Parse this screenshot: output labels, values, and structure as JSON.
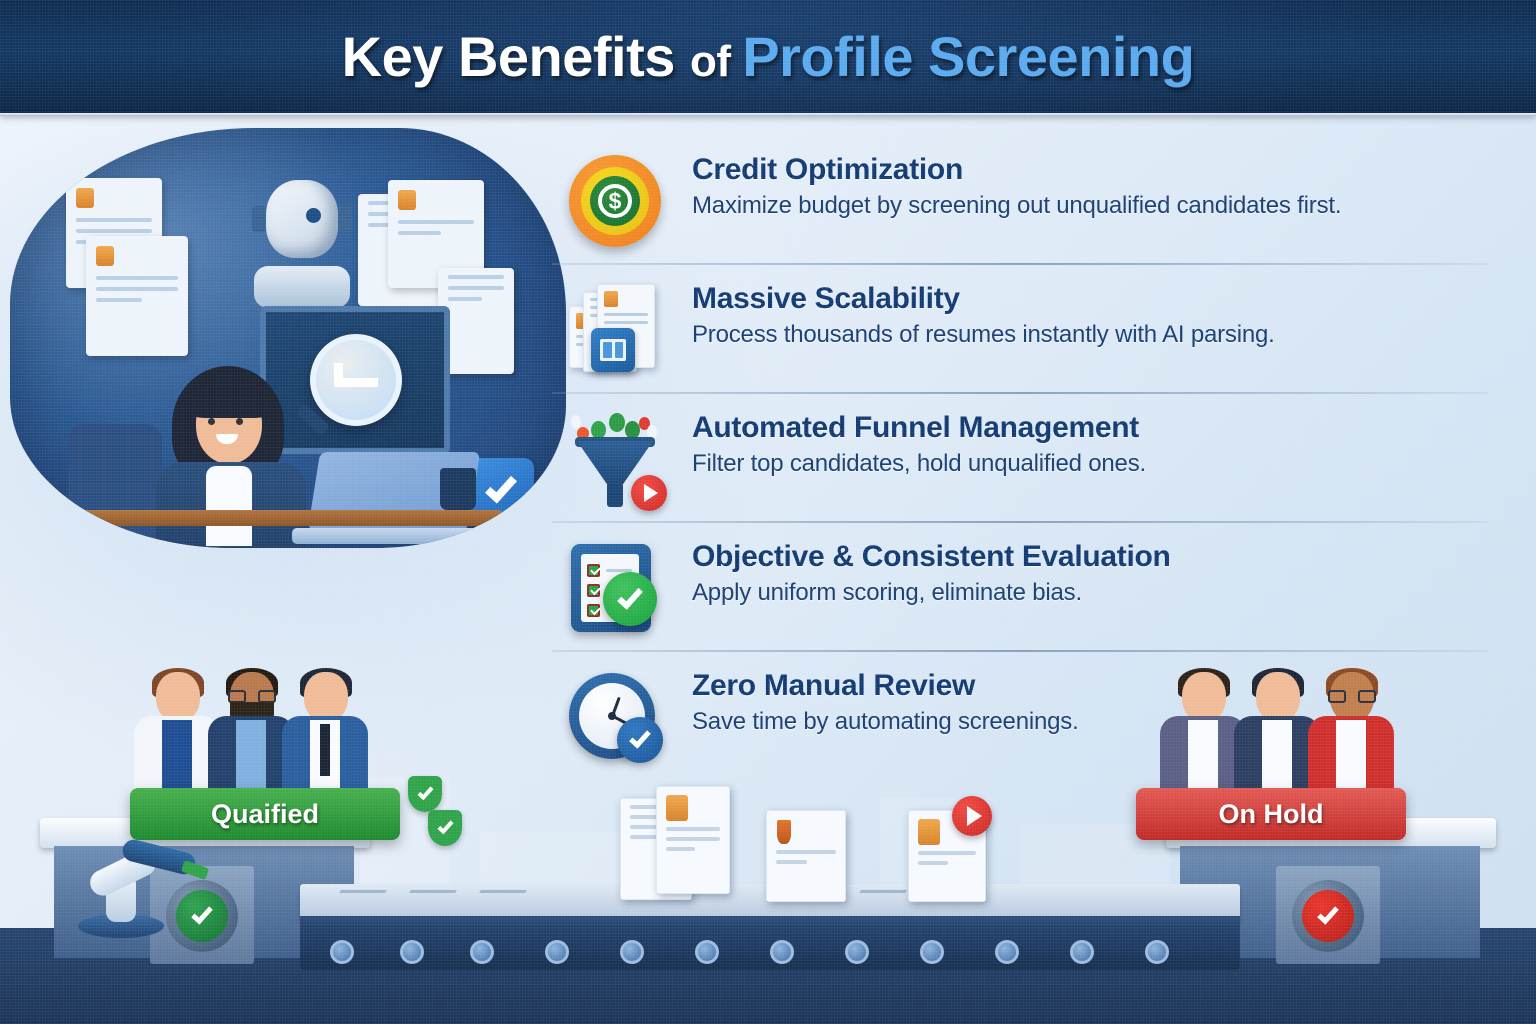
{
  "header": {
    "title_part1": "Key Benefits ",
    "title_part2": "of ",
    "title_part3": "Profile Screening",
    "bg_color": "#0f2c52",
    "accent_color": "#5aaaf0"
  },
  "benefits": [
    {
      "icon": "coin-dollar-icon",
      "title": "Credit Optimization",
      "description": "Maximize budget by screening out unqualified candidates first.",
      "dollar_symbol": "$"
    },
    {
      "icon": "documents-chip-icon",
      "title": "Massive Scalability",
      "description": "Process thousands of resumes instantly with AI parsing."
    },
    {
      "icon": "funnel-icon",
      "title": "Automated Funnel Management",
      "description": "Filter top candidates, hold unqualified ones."
    },
    {
      "icon": "clipboard-check-icon",
      "title": "Objective & Consistent Evaluation",
      "description": "Apply uniform scoring, eliminate bias."
    },
    {
      "icon": "clock-check-icon",
      "title": "Zero Manual Review",
      "description": "Save time by automating screenings."
    }
  ],
  "scene": {
    "qualified_label": "Quaified",
    "qualified_color": "#1e8a2f",
    "onhold_label": "On Hold",
    "onhold_color": "#c02a27"
  },
  "illustration": {
    "name": "recruiter-at-desk-with-ai-illustration"
  }
}
